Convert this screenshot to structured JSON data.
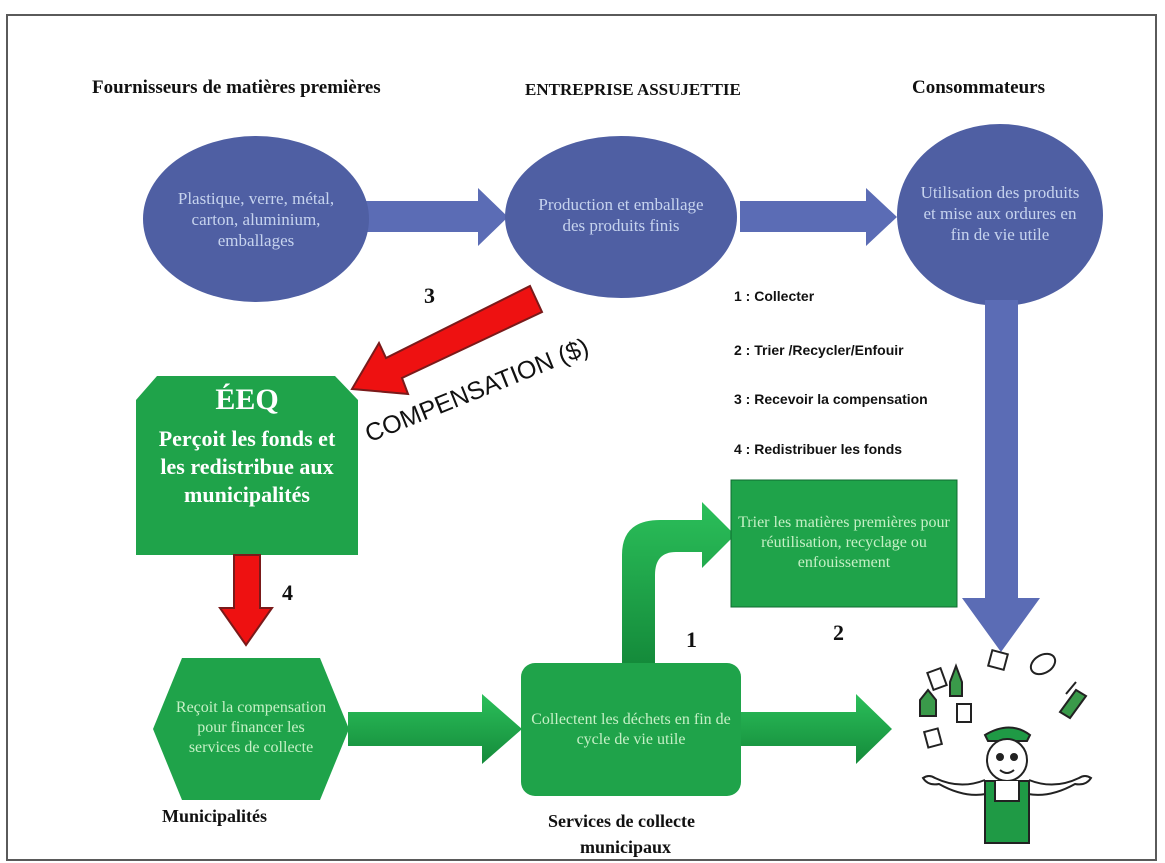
{
  "headers": {
    "suppliers": "Fournisseurs  de matières premières",
    "company": "ENTREPRISE ASSUJETTIE",
    "consumers": "Consommateurs",
    "municipalities": "Municipalités",
    "collection_line1": "Services de collecte",
    "collection_line2": "municipaux"
  },
  "nodes": {
    "suppliers_oval": "Plastique, verre, métal, carton, aluminium, emballages",
    "company_oval": "Production et emballage des produits finis",
    "consumers_oval": "Utilisation des produits et mise aux ordures en fin de vie utile",
    "eeq_title": "ÉEQ",
    "eeq_body": "Perçoit les fonds et les redistribue aux municipalités",
    "sort_box": "Trier les matières premières pour réutilisation, recyclage ou enfouissement",
    "municipality_hex": "Reçoit la compensation pour financer les services de collecte",
    "collection_box": "Collectent les déchets en fin de cycle de vie utile"
  },
  "labels": {
    "compensation": "COMPENSATION ($)",
    "num1": "1",
    "num2": "2",
    "num3": "3",
    "num4": "4"
  },
  "legend": [
    "1 : Collecter",
    "2 : Trier /Recycler/Enfouir",
    "3 : Recevoir la compensation",
    "4 : Redistribuer les fonds"
  ],
  "colors": {
    "oval_fill": "#4f5fa3",
    "blue_arrow": "#5b6cb5",
    "green_fill": "#1fa34a",
    "red_arrow": "#ee1111"
  }
}
